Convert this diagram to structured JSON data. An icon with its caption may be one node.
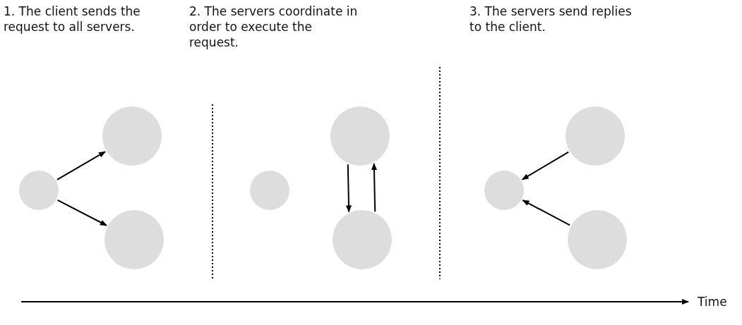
{
  "diagram": {
    "nodes": [
      {
        "text": [],
        "shape": "circle"
      },
      {
        "text": [],
        "shape": "circle"
      },
      {
        "text": [],
        "shape": "circle"
      },
      {
        "text": [],
        "shape": "circle"
      },
      {
        "text": [],
        "shape": "circle"
      },
      {
        "text": [],
        "shape": "circle"
      },
      {
        "text": [],
        "shape": "circle"
      },
      {
        "text": [],
        "shape": "circle"
      },
      {
        "text": [],
        "shape": "circle"
      }
    ],
    "edges": [
      {
        "from": 0,
        "to": 1,
        "arrow": "to"
      },
      {
        "from": 0,
        "to": 2,
        "arrow": "to"
      },
      {
        "from": 4,
        "to": 5,
        "arrow": "to"
      },
      {
        "from": 5,
        "to": 4,
        "arrow": "to"
      },
      {
        "from": 7,
        "to": 6,
        "arrow": "to"
      },
      {
        "from": 8,
        "to": 6,
        "arrow": "to"
      }
    ],
    "labels": [
      "1. The client sends the request to all servers.",
      "2. The servers coordinate in order to execute the request.",
      "3. The servers send replies to the client.",
      "Time"
    ]
  }
}
